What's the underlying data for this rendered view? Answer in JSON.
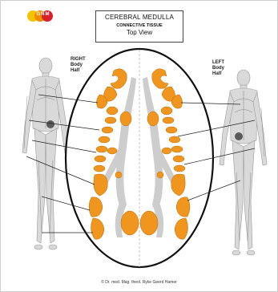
{
  "logo": {
    "text": "GNM",
    "colors": [
      "#f2c500",
      "#f08c00",
      "#d8202a"
    ]
  },
  "title": {
    "line1": "CEREBRAL MEDULLA",
    "line2": "CONNECTIVE TISSUE",
    "line3": "Top View"
  },
  "labels": {
    "right": [
      "RIGHT",
      "Body",
      "Half"
    ],
    "left": [
      "LEFT",
      "Body",
      "Half"
    ]
  },
  "credit": "© Dr. med. Mag. theol. Ryke Geerd Hamer",
  "colors": {
    "relay": "#f0961e",
    "gray_matter": "#c8c8c8",
    "outline": "#111111"
  }
}
